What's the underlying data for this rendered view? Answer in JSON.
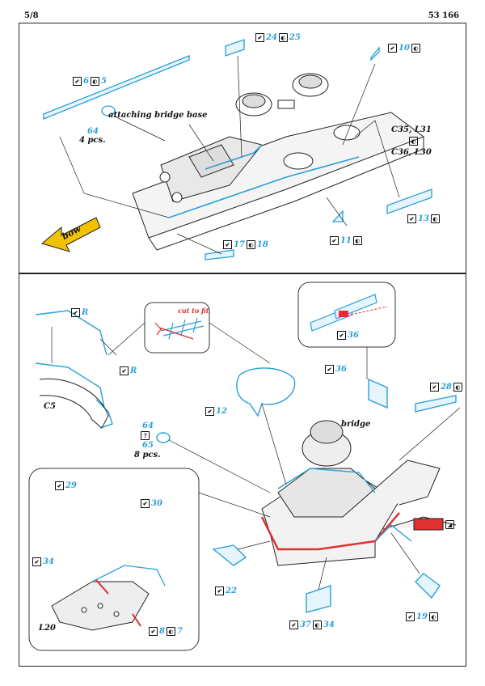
{
  "header": {
    "page": "5/8",
    "set_number": "53 166"
  },
  "top_panel": {
    "labels": {
      "p24_25": "24",
      "p24_25b": "25",
      "p10": "10",
      "p6_5": "6",
      "p6_5b": "5",
      "attaching": "attaching bridge base",
      "p64": "64",
      "pcs4": "4 pcs.",
      "c35": "C35, L31",
      "c36": "C36, L30",
      "p13": "13",
      "p11": "11",
      "p17_18": "17",
      "p17_18b": "18",
      "bow": "bow"
    }
  },
  "bottom_panel": {
    "labels": {
      "r1": "R",
      "r2": "R",
      "c5": "C5",
      "cut": "cut to fit",
      "p36a": "36",
      "p36b": "36",
      "p28": "28",
      "p12": "12",
      "bridge": "bridge",
      "p64b": "64",
      "q": "?",
      "p65": "65",
      "pcs8": "8 pcs.",
      "p29": "29",
      "p30": "30",
      "p34": "34",
      "l20": "L20",
      "p8_7": "8",
      "p8_7b": "7",
      "p22": "22",
      "p37_34": "37",
      "p37_34b": "34",
      "p19": "19"
    }
  },
  "colors": {
    "etch_blue": "#2a9fd6",
    "paint_red": "#e03030",
    "bow_yellow": "#f2c200"
  }
}
